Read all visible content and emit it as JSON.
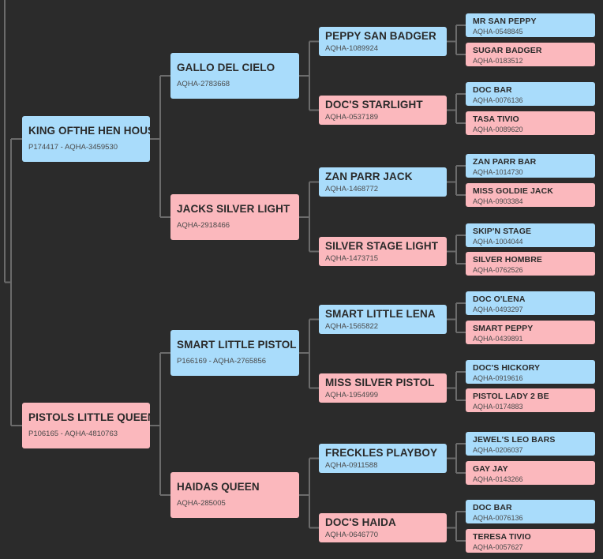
{
  "pedigree": {
    "gen1": [
      {
        "name": "KING OFTHE HEN HOUSE",
        "reg": "P174417 - AQHA-3459530",
        "sex": "sire"
      },
      {
        "name": "PISTOLS LITTLE QUEEN",
        "reg": "P106165 - AQHA-4810763",
        "sex": "dam"
      }
    ],
    "gen2": [
      {
        "name": "GALLO DEL CIELO",
        "reg": "AQHA-2783668",
        "sex": "sire"
      },
      {
        "name": "JACKS SILVER LIGHT",
        "reg": "AQHA-2918466",
        "sex": "dam"
      },
      {
        "name": "SMART LITTLE PISTOL",
        "reg": "P166169 - AQHA-2765856",
        "sex": "sire"
      },
      {
        "name": "HAIDAS QUEEN",
        "reg": "AQHA-285005",
        "sex": "dam"
      }
    ],
    "gen3": [
      {
        "name": "PEPPY SAN BADGER",
        "reg": "AQHA-1089924",
        "sex": "sire"
      },
      {
        "name": "DOC'S STARLIGHT",
        "reg": "AQHA-0537189",
        "sex": "dam"
      },
      {
        "name": "ZAN PARR JACK",
        "reg": "AQHA-1468772",
        "sex": "sire"
      },
      {
        "name": "SILVER STAGE LIGHT",
        "reg": "AQHA-1473715",
        "sex": "dam"
      },
      {
        "name": "SMART LITTLE LENA",
        "reg": "AQHA-1565822",
        "sex": "sire"
      },
      {
        "name": "MISS SILVER PISTOL",
        "reg": "AQHA-1954999",
        "sex": "dam"
      },
      {
        "name": "FRECKLES PLAYBOY",
        "reg": "AQHA-0911588",
        "sex": "sire"
      },
      {
        "name": "DOC'S HAIDA",
        "reg": "AQHA-0646770",
        "sex": "dam"
      }
    ],
    "gen4": [
      {
        "name": "MR SAN PEPPY",
        "reg": "AQHA-0548845",
        "sex": "sire"
      },
      {
        "name": "SUGAR BADGER",
        "reg": "AQHA-0183512",
        "sex": "dam"
      },
      {
        "name": "DOC BAR",
        "reg": "AQHA-0076136",
        "sex": "sire"
      },
      {
        "name": "TASA TIVIO",
        "reg": "AQHA-0089620",
        "sex": "dam"
      },
      {
        "name": "ZAN PARR BAR",
        "reg": "AQHA-1014730",
        "sex": "sire"
      },
      {
        "name": "MISS GOLDIE JACK",
        "reg": "AQHA-0903384",
        "sex": "dam"
      },
      {
        "name": "SKIP'N STAGE",
        "reg": "AQHA-1004044",
        "sex": "sire"
      },
      {
        "name": "SILVER HOMBRE",
        "reg": "AQHA-0762526",
        "sex": "dam"
      },
      {
        "name": "DOC O'LENA",
        "reg": "AQHA-0493297",
        "sex": "sire"
      },
      {
        "name": "SMART PEPPY",
        "reg": "AQHA-0439891",
        "sex": "dam"
      },
      {
        "name": "DOC'S HICKORY",
        "reg": "AQHA-0919616",
        "sex": "sire"
      },
      {
        "name": "PISTOL LADY 2 BE",
        "reg": "AQHA-0174883",
        "sex": "dam"
      },
      {
        "name": "JEWEL'S LEO BARS",
        "reg": "AQHA-0206037",
        "sex": "sire"
      },
      {
        "name": "GAY JAY",
        "reg": "AQHA-0143266",
        "sex": "dam"
      },
      {
        "name": "DOC BAR",
        "reg": "AQHA-0076136",
        "sex": "sire"
      },
      {
        "name": "TERESA TIVIO",
        "reg": "AQHA-0057627",
        "sex": "dam"
      }
    ]
  },
  "colors": {
    "background": "#2b2b2b",
    "sire": "#a9dcfb",
    "dam": "#fbb8bd",
    "connector": "#6b6b6b"
  }
}
